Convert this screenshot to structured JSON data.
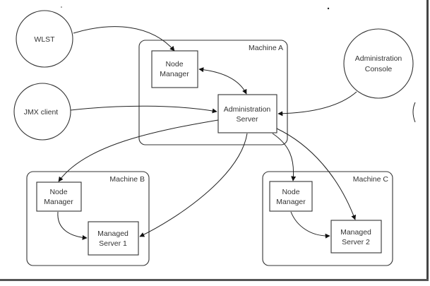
{
  "diagram": {
    "clients": [
      {
        "id": "wlst",
        "label": "WLST"
      },
      {
        "id": "jmx",
        "label": "JMX client"
      },
      {
        "id": "console",
        "label_lines": [
          "Administration",
          "Console"
        ]
      }
    ],
    "machines": [
      {
        "id": "machine-a",
        "label": "Machine A",
        "components": [
          {
            "id": "nm-a",
            "label_lines": [
              "Node",
              "Manager"
            ]
          },
          {
            "id": "admin-server",
            "label_lines": [
              "Administration",
              "Server"
            ]
          }
        ]
      },
      {
        "id": "machine-b",
        "label": "Machine B",
        "components": [
          {
            "id": "nm-b",
            "label_lines": [
              "Node",
              "Manager"
            ]
          },
          {
            "id": "ms1",
            "label_lines": [
              "Managed",
              "Server 1"
            ]
          }
        ]
      },
      {
        "id": "machine-c",
        "label": "Machine C",
        "components": [
          {
            "id": "nm-c",
            "label_lines": [
              "Node",
              "Manager"
            ]
          },
          {
            "id": "ms2",
            "label_lines": [
              "Managed",
              "Server 2"
            ]
          }
        ]
      }
    ],
    "connections": [
      {
        "from": "wlst",
        "to": "nm-a",
        "direction": "forward"
      },
      {
        "from": "nm-a",
        "to": "admin-server",
        "direction": "both"
      },
      {
        "from": "jmx",
        "to": "admin-server",
        "direction": "forward"
      },
      {
        "from": "console",
        "to": "admin-server",
        "direction": "forward"
      },
      {
        "from": "admin-server",
        "to": "nm-b",
        "direction": "forward"
      },
      {
        "from": "admin-server",
        "to": "ms1",
        "direction": "forward"
      },
      {
        "from": "admin-server",
        "to": "nm-c",
        "direction": "forward"
      },
      {
        "from": "admin-server",
        "to": "ms2",
        "direction": "forward"
      },
      {
        "from": "nm-b",
        "to": "ms1",
        "direction": "forward"
      },
      {
        "from": "nm-c",
        "to": "ms2",
        "direction": "forward"
      }
    ]
  }
}
